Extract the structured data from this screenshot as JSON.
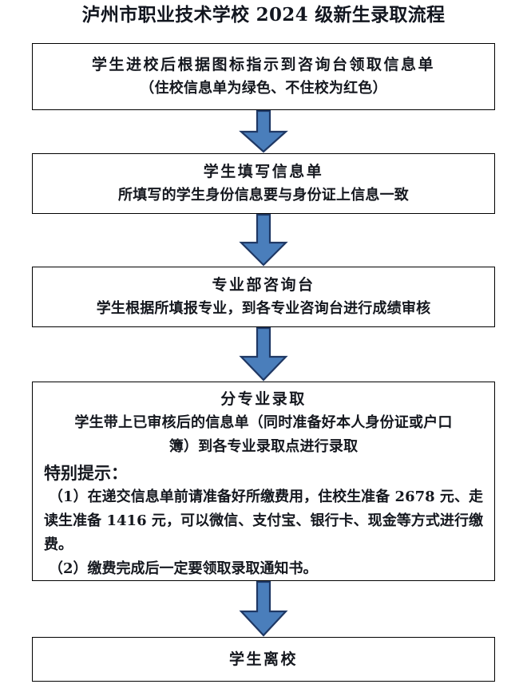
{
  "document": {
    "title": "泸州市职业技术学校 2024 级新生录取流程"
  },
  "colors": {
    "arrow_fill": "#4a7ebb",
    "arrow_stroke": "#1f3864",
    "box_border": "#000000",
    "text": "#15181f",
    "background": "#ffffff"
  },
  "flow": {
    "steps": [
      {
        "id": "step-1",
        "heading": "学生进校后根据图标指示到咨询台领取信息单",
        "detail": "（住校信息单为绿色、不住校为红色）"
      },
      {
        "id": "step-2",
        "heading": "学生填写信息单",
        "detail": "所填写的学生身份信息要与身份证上信息一致"
      },
      {
        "id": "step-3",
        "heading": "专业部咨询台",
        "detail": "学生根据所填报专业，到各专业咨询台进行成绩审核"
      },
      {
        "id": "step-4",
        "heading": "分专业录取",
        "detail_line_1": "学生带上已审核后的信息单（同时准备好本人身份证或户口",
        "detail_line_2": "簿）到各专业录取点进行录取",
        "notice_title": "特别提示：",
        "notices": [
          "（1）在递交信息单前请准备好所缴费用，住校生准备 2678 元、走读生准备 1416 元，可以微信、支付宝、银行卡、现金等方式进行缴费。",
          "（2）缴费完成后一定要领取录取通知书。"
        ],
        "fees": {
          "boarding_student_fee": "2678 元",
          "day_student_fee": "1416 元",
          "payment_methods": [
            "微信",
            "支付宝",
            "银行卡",
            "现金"
          ]
        }
      },
      {
        "id": "step-5",
        "heading": "学生离校"
      }
    ],
    "connectors": [
      {
        "id": "arrow-1",
        "from": "step-1",
        "to": "step-2",
        "direction": "down"
      },
      {
        "id": "arrow-2",
        "from": "step-2",
        "to": "step-3",
        "direction": "down"
      },
      {
        "id": "arrow-3",
        "from": "step-3",
        "to": "step-4",
        "direction": "down"
      },
      {
        "id": "arrow-4",
        "from": "step-4",
        "to": "step-5",
        "direction": "down"
      }
    ]
  }
}
